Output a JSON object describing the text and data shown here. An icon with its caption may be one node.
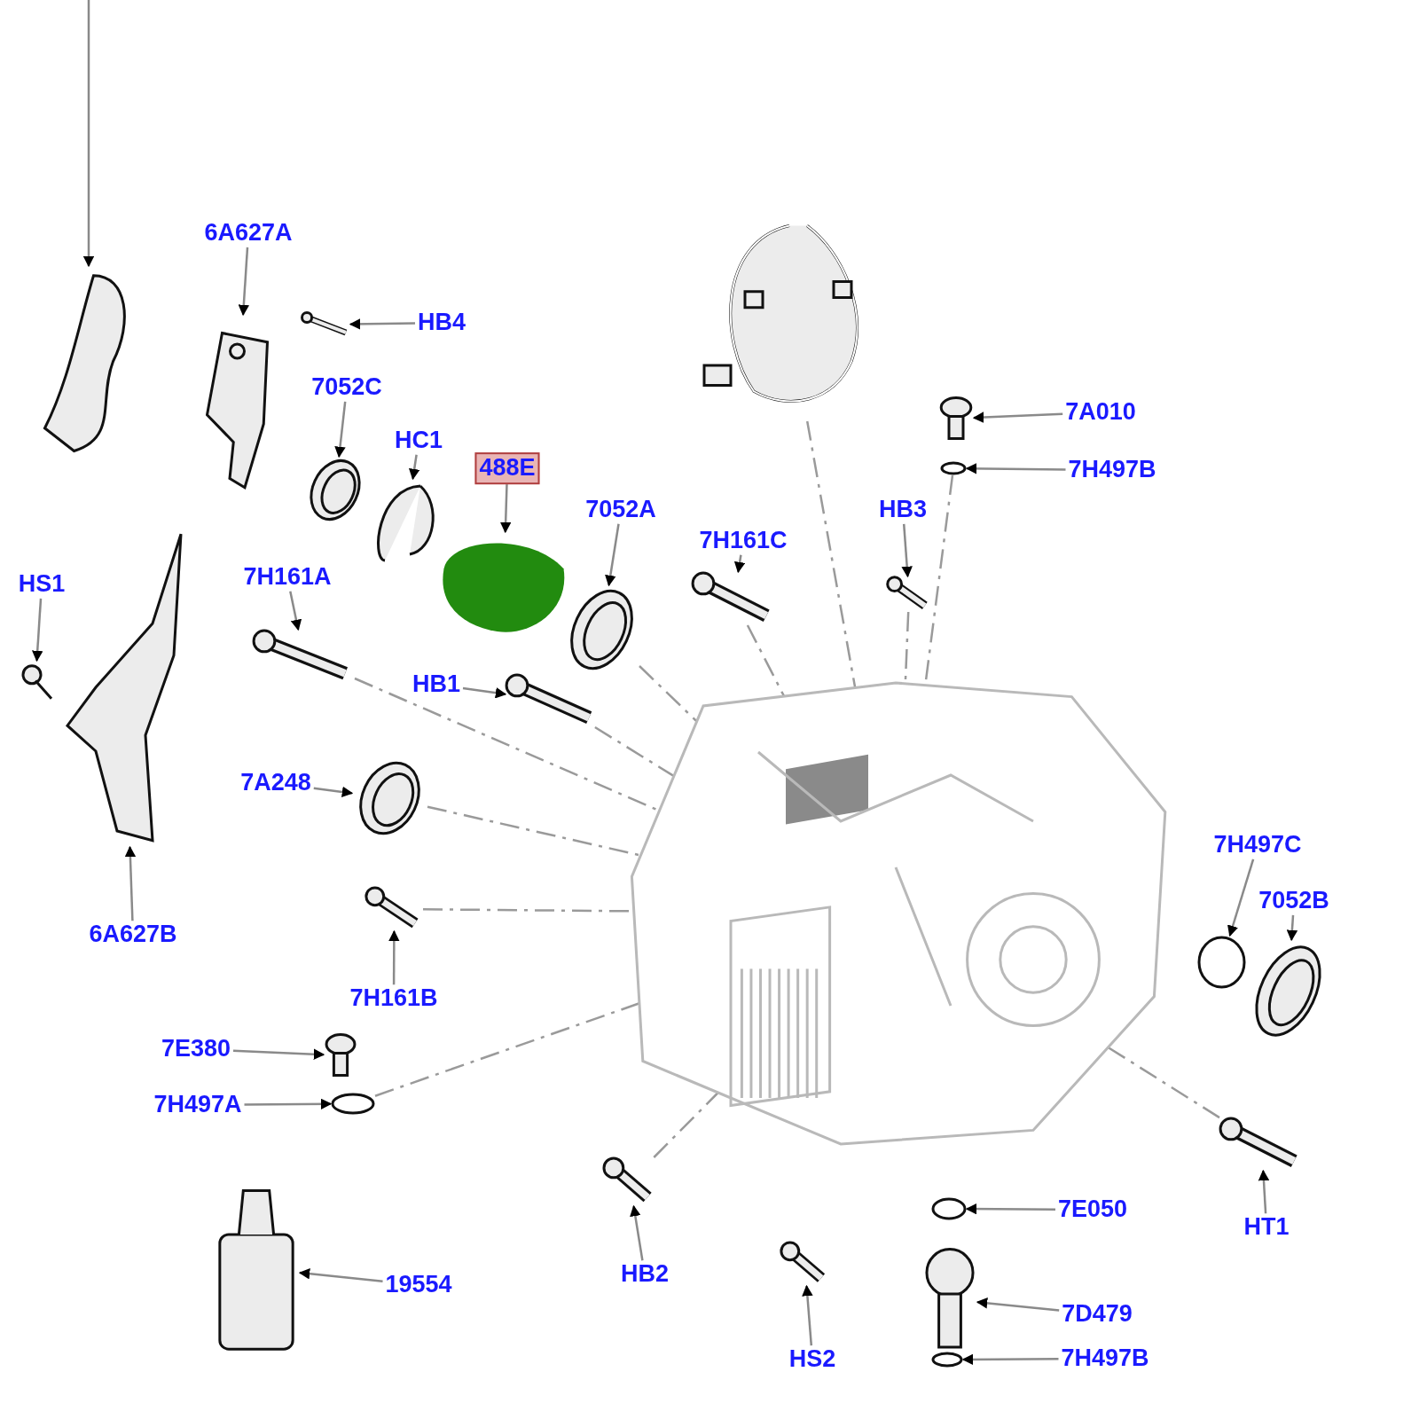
{
  "diagram": {
    "nodes": [
      {
        "text": [],
        "shape": "picture"
      },
      {
        "text": [
          "6A627A"
        ]
      },
      {
        "text": [],
        "shape": "picture"
      },
      {
        "text": [
          "HB4"
        ]
      },
      {
        "text": [],
        "shape": "picture"
      },
      {
        "text": [
          "7052C"
        ]
      },
      {
        "text": [],
        "shape": "picture"
      },
      {
        "text": [
          "HC1"
        ]
      },
      {
        "text": [],
        "shape": "picture"
      },
      {
        "text": [
          "488E"
        ]
      },
      {
        "text": [],
        "shape": "cloud"
      },
      {
        "text": [],
        "shape": "picture"
      },
      {
        "text": [
          "7052A"
        ]
      },
      {
        "text": [],
        "shape": "picture"
      },
      {
        "text": [
          "7H161C"
        ]
      },
      {
        "text": [],
        "shape": "picture"
      },
      {
        "text": [
          "HB3"
        ]
      },
      {
        "text": [],
        "shape": "picture"
      },
      {
        "text": [
          "7A010"
        ]
      },
      {
        "text": [],
        "shape": "picture"
      },
      {
        "text": [
          "7H497B"
        ]
      },
      {
        "text": [],
        "shape": "circle"
      },
      {
        "text": [
          "HS1"
        ]
      },
      {
        "text": [],
        "shape": "picture"
      },
      {
        "text": [
          "7H161A"
        ]
      },
      {
        "text": [],
        "shape": "picture"
      },
      {
        "text": [
          "HB1"
        ]
      },
      {
        "text": [],
        "shape": "picture"
      },
      {
        "text": [
          "7A248"
        ]
      },
      {
        "text": [],
        "shape": "picture"
      },
      {
        "text": [],
        "shape": "picture"
      },
      {
        "text": [
          "6A627B"
        ]
      },
      {
        "text": [],
        "shape": "picture"
      },
      {
        "text": [
          "7H161B"
        ]
      },
      {
        "text": [],
        "shape": "picture"
      },
      {
        "text": [
          "7H497C"
        ]
      },
      {
        "text": [],
        "shape": "circle"
      },
      {
        "text": [
          "7052B"
        ]
      },
      {
        "text": [],
        "shape": "picture"
      },
      {
        "text": [
          "7E380"
        ]
      },
      {
        "text": [],
        "shape": "picture"
      },
      {
        "text": [
          "7H497A"
        ]
      },
      {
        "text": [],
        "shape": "circle"
      },
      {
        "text": [
          "19554"
        ]
      },
      {
        "text": [],
        "shape": "cylinder"
      },
      {
        "text": [
          "HB2"
        ]
      },
      {
        "text": [],
        "shape": "picture"
      },
      {
        "text": [
          "7E050"
        ]
      },
      {
        "text": [],
        "shape": "circle"
      },
      {
        "text": [
          "HT1"
        ]
      },
      {
        "text": [],
        "shape": "picture"
      },
      {
        "text": [
          "HS2"
        ]
      },
      {
        "text": [],
        "shape": "picture"
      },
      {
        "text": [
          "7D479"
        ]
      },
      {
        "text": [],
        "shape": "picture"
      },
      {
        "text": [
          "7H497B"
        ]
      },
      {
        "text": [],
        "shape": "circle"
      }
    ],
    "edges": [
      {
        "from": null,
        "to": 0,
        "arrow": "to"
      },
      {
        "from": 1,
        "to": 2,
        "arrow": "to"
      },
      {
        "from": 3,
        "to": 4,
        "arrow": "to"
      },
      {
        "from": 5,
        "to": 6,
        "arrow": "to"
      },
      {
        "from": 7,
        "to": 8,
        "arrow": "to"
      },
      {
        "from": 9,
        "to": 10,
        "arrow": "to"
      },
      {
        "from": 12,
        "to": 13,
        "arrow": "to"
      },
      {
        "from": 14,
        "to": 15,
        "arrow": "to"
      },
      {
        "from": 16,
        "to": 17,
        "arrow": "to"
      },
      {
        "from": 18,
        "to": 19,
        "arrow": "to"
      },
      {
        "from": 20,
        "to": 21,
        "arrow": "to"
      },
      {
        "from": 22,
        "to": 23,
        "arrow": "to"
      },
      {
        "from": 24,
        "to": 25,
        "arrow": "to"
      },
      {
        "from": 26,
        "to": 27,
        "arrow": "to"
      },
      {
        "from": 28,
        "to": 29,
        "arrow": "to"
      },
      {
        "from": 31,
        "to": 32,
        "arrow": "to"
      },
      {
        "from": 33,
        "to": 34,
        "arrow": "to"
      },
      {
        "from": 35,
        "to": 36,
        "arrow": "to"
      },
      {
        "from": 37,
        "to": 38,
        "arrow": "to"
      },
      {
        "from": 39,
        "to": 40,
        "arrow": "to"
      },
      {
        "from": 41,
        "to": 42,
        "arrow": "to"
      },
      {
        "from": 43,
        "to": 44,
        "arrow": "to"
      },
      {
        "from": 45,
        "to": 46,
        "arrow": "to"
      },
      {
        "from": 47,
        "to": 48,
        "arrow": "to"
      },
      {
        "from": 49,
        "to": 50,
        "arrow": "to"
      },
      {
        "from": 51,
        "to": 52,
        "arrow": "to"
      },
      {
        "from": 53,
        "to": 54,
        "arrow": "to"
      },
      {
        "from": 55,
        "to": 56,
        "arrow": "to"
      },
      {
        "from": 11,
        "to": 30,
        "arrow": "none",
        "style": "dashed"
      },
      {
        "from": 21,
        "to": 30,
        "arrow": "none",
        "style": "dashed"
      },
      {
        "from": 17,
        "to": 30,
        "arrow": "none",
        "style": "dashed"
      },
      {
        "from": 13,
        "to": 30,
        "arrow": "none",
        "style": "dashed"
      },
      {
        "from": 15,
        "to": 30,
        "arrow": "none",
        "style": "dashed"
      },
      {
        "from": 25,
        "to": 30,
        "arrow": "none",
        "style": "dashed"
      },
      {
        "from": 50,
        "to": 30,
        "arrow": "none",
        "style": "dashed"
      },
      {
        "from": 27,
        "to": 30,
        "arrow": "none",
        "style": "dashed"
      },
      {
        "from": 29,
        "to": 30,
        "arrow": "none",
        "style": "dashed"
      },
      {
        "from": 34,
        "to": 30,
        "arrow": "none",
        "style": "dashed"
      },
      {
        "from": 42,
        "to": 30,
        "arrow": "none",
        "style": "dashed"
      },
      {
        "from": 46,
        "to": 30,
        "arrow": "none",
        "style": "dashed"
      }
    ]
  }
}
